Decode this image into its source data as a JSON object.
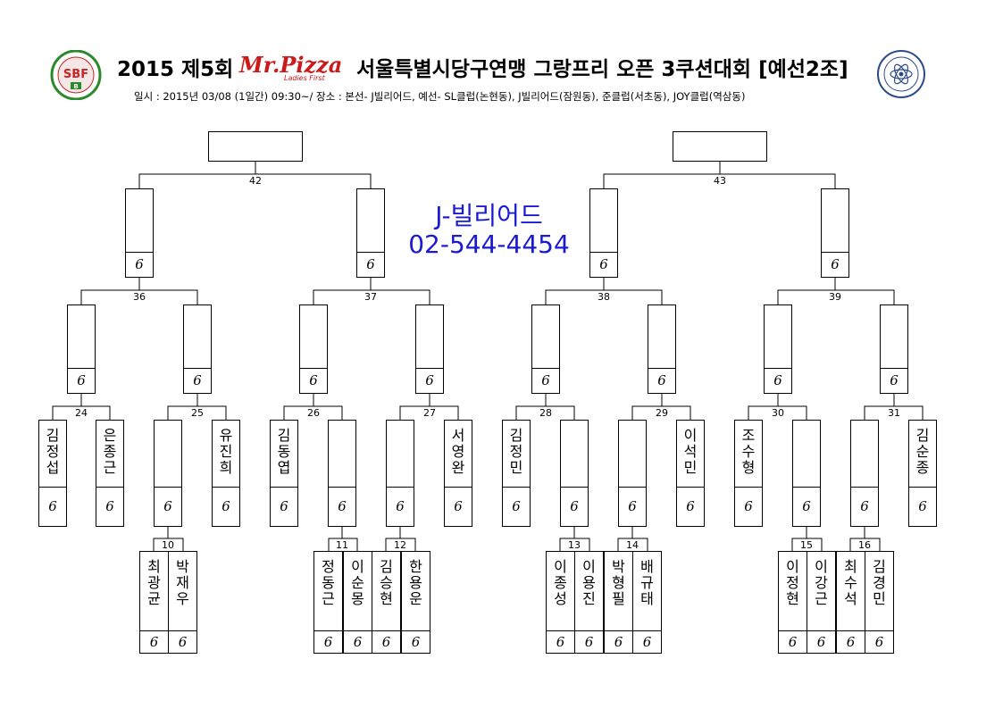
{
  "header": {
    "title_left": "2015 제5회",
    "brand_main": "Mr.Pizza",
    "brand_tagline": "Ladies First",
    "title_right": "서울특별시당구연맹 그랑프리 오픈 3쿠션대회 [예선2조]",
    "subtitle": "일시 : 2015년 03/08 (1일간) 09:30~/ 장소 : 본선- J빌리어드, 예선- SL클럽(논현동), J빌리어드(잠원동), 준클럽(서초동), JOY클럽(역삼동)",
    "logo_left_text": "SBF",
    "logo_left_badge": "B"
  },
  "venue": {
    "name": "J-빌리어드",
    "phone": "02-544-4454"
  },
  "score_glyph": "6",
  "match_numbers": {
    "m10": "10",
    "m11": "11",
    "m12": "12",
    "m13": "13",
    "m14": "14",
    "m15": "15",
    "m16": "16",
    "m24": "24",
    "m25": "25",
    "m26": "26",
    "m27": "27",
    "m28": "28",
    "m29": "29",
    "m30": "30",
    "m31": "31",
    "m36": "36",
    "m37": "37",
    "m38": "38",
    "m39": "39",
    "m42": "42",
    "m43": "43"
  },
  "players": {
    "r24a": "김정섭",
    "r24b": "은종근",
    "r25b": "유진희",
    "r26a": "김동엽",
    "r27b": "서영완",
    "r28a": "김정민",
    "r29b": "이석민",
    "r30a": "조수형",
    "r31b": "김순종",
    "m10a": "최광균",
    "m10b": "박재우",
    "m11a": "정동근",
    "m11b": "이순몽",
    "m12a": "김승현",
    "m12b": "한용운",
    "m13a": "이종성",
    "m13b": "이용진",
    "m14a": "박형필",
    "m14b": "배규태",
    "m15a": "이정현",
    "m15b": "이강근",
    "m16a": "최수석",
    "m16b": "김경민"
  }
}
